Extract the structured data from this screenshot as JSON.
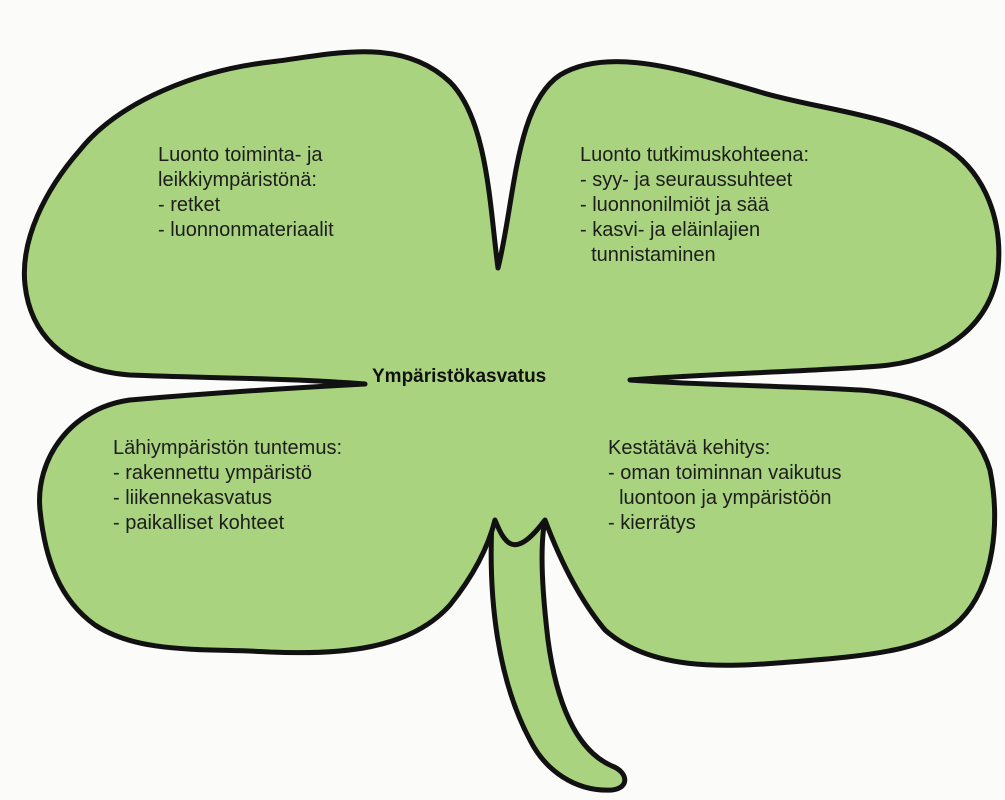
{
  "colors": {
    "leaf_fill": "#a9d37f",
    "outline": "#111111",
    "background": "#fbfbf9"
  },
  "center_label": "Ympäristökasvatus",
  "leaves": {
    "top_left": [
      "Luonto toiminta- ja",
      "leikkiympäristönä:",
      "- retket",
      "- luonnonmateriaalit"
    ],
    "top_right": [
      "Luonto tutkimuskohteena:",
      "- syy- ja seuraussuhteet",
      "- luonnonilmiöt ja sää",
      "- kasvi- ja eläinlajien",
      "  tunnistaminen"
    ],
    "bottom_left": [
      "Lähiympäristön tuntemus:",
      "- rakennettu ympäristö",
      "- liikennekasvatus",
      "- paikalliset kohteet"
    ],
    "bottom_right": [
      "Kestätävä kehitys:",
      "- oman toiminnan vaikutus",
      "  luontoon ja ympäristöön",
      "- kierrätys"
    ]
  }
}
